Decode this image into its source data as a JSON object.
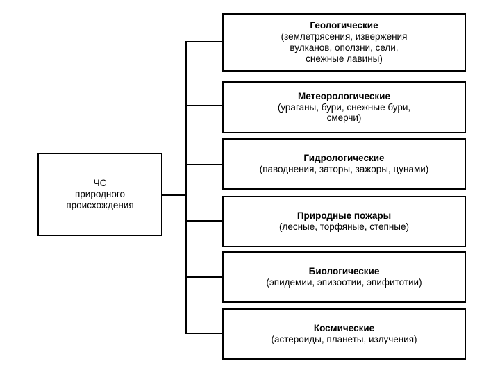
{
  "root": {
    "lines": [
      "ЧС",
      "природного",
      "происхождения"
    ]
  },
  "categories": [
    {
      "title": "Геологические",
      "desc_lines": [
        "(землетрясения, извержения",
        "вулканов, оползни, сели,",
        "снежные лавины)"
      ]
    },
    {
      "title": "Метеорологические",
      "desc_lines": [
        "(ураганы, бури, снежные бури,",
        "смерчи)"
      ]
    },
    {
      "title": "Гидрологические",
      "desc_lines": [
        "(паводнения, заторы, зажоры, цунами)"
      ]
    },
    {
      "title": "Природные пожары",
      "desc_lines": [
        "(лесные, торфяные, степные)"
      ]
    },
    {
      "title": "Биологические",
      "desc_lines": [
        "(эпидемии, эпизоотии, эпифитотии)"
      ]
    },
    {
      "title": "Космические",
      "desc_lines": [
        "(астероиды, планеты, излучения)"
      ]
    }
  ]
}
